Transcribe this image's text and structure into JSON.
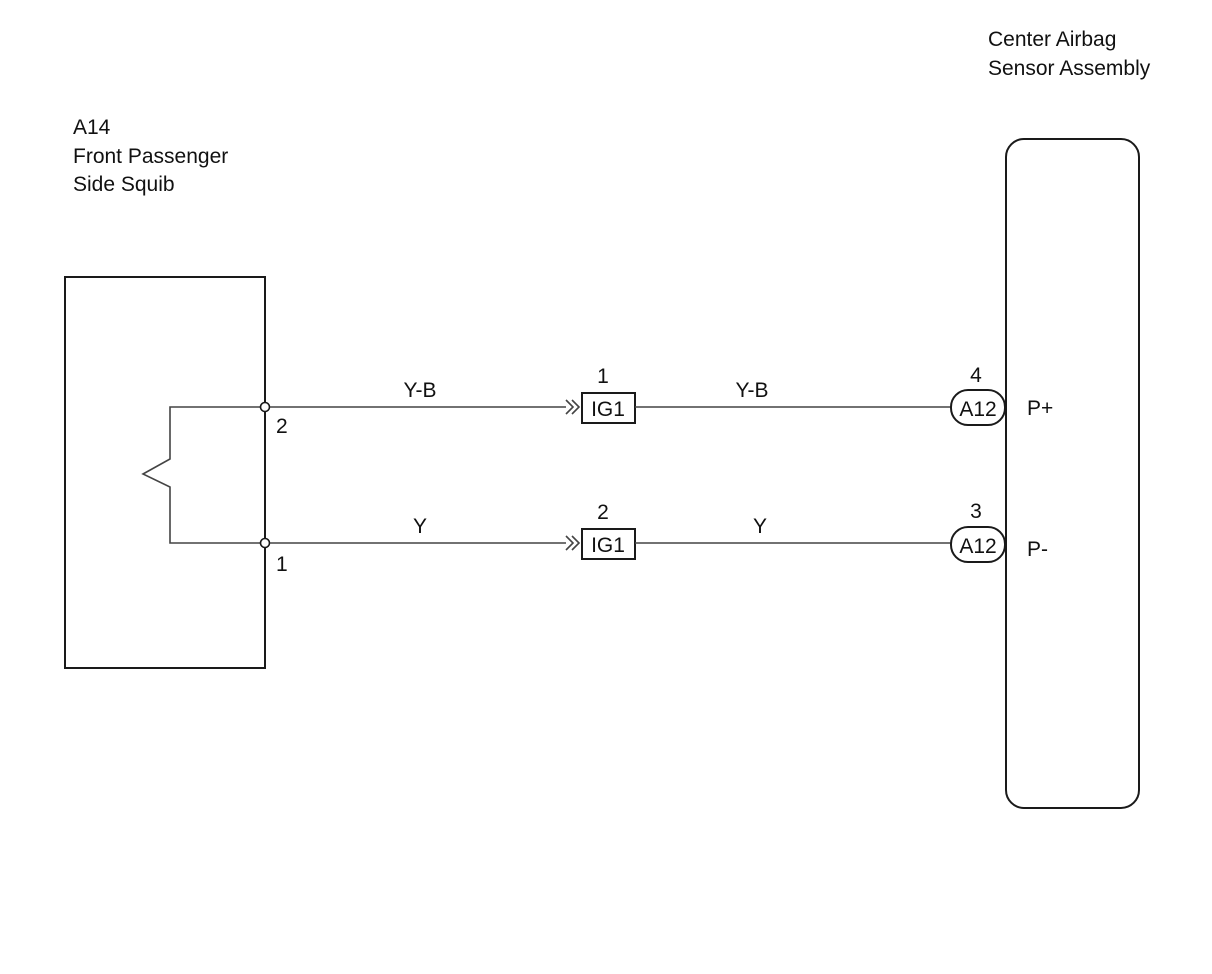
{
  "left_component": {
    "code": "A14",
    "name_line1": "Front Passenger",
    "name_line2": "Side Squib",
    "pins": {
      "upper": "2",
      "lower": "1"
    }
  },
  "right_component": {
    "name_line1": "Center Airbag",
    "name_line2": "Sensor Assembly",
    "terminals": {
      "upper": "P+",
      "lower": "P-"
    }
  },
  "circuits": [
    {
      "wire_color_left": "Y-B",
      "wire_color_right": "Y-B",
      "junction_label": "IG1",
      "junction_pin": "1",
      "connector_label": "A12",
      "connector_pin": "4"
    },
    {
      "wire_color_left": "Y",
      "wire_color_right": "Y",
      "junction_label": "IG1",
      "junction_pin": "2",
      "connector_label": "A12",
      "connector_pin": "3"
    }
  ]
}
